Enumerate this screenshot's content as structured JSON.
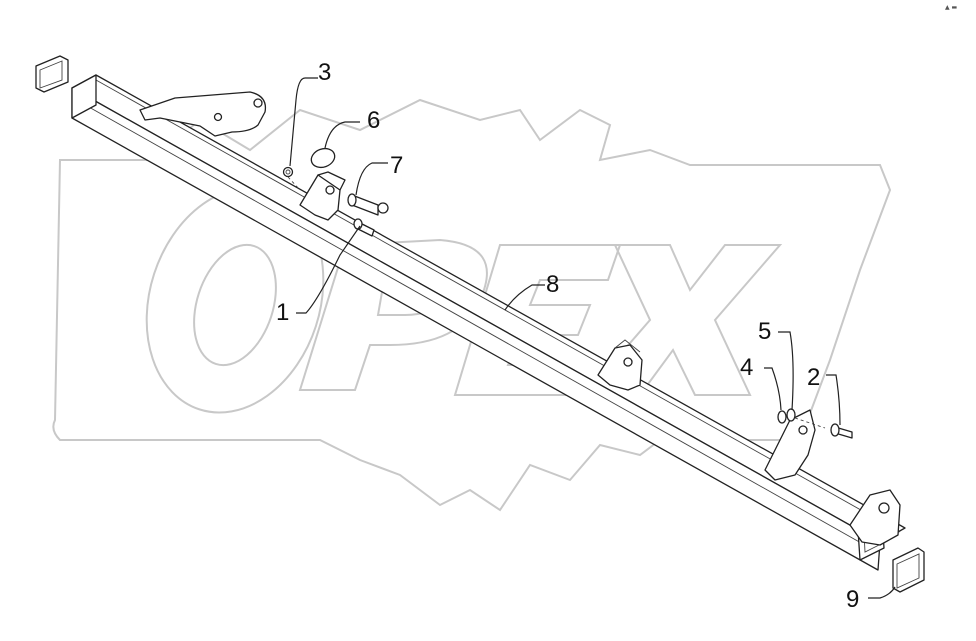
{
  "watermark": {
    "text": "OPEX"
  },
  "corner_mark": "▲ ▬",
  "callouts": [
    {
      "id": "1",
      "label": "1"
    },
    {
      "id": "2",
      "label": "2"
    },
    {
      "id": "3",
      "label": "3"
    },
    {
      "id": "4",
      "label": "4"
    },
    {
      "id": "5",
      "label": "5"
    },
    {
      "id": "6",
      "label": "6"
    },
    {
      "id": "7",
      "label": "7"
    },
    {
      "id": "8",
      "label": "8"
    },
    {
      "id": "9",
      "label": "9"
    }
  ],
  "parts": {
    "p1": "bolt",
    "p2": "bolt",
    "p3": "nut",
    "p4": "washer",
    "p5": "washer",
    "p6": "o-ring",
    "p7": "pin",
    "p8": "frame-beam",
    "p9": "end-cap"
  }
}
